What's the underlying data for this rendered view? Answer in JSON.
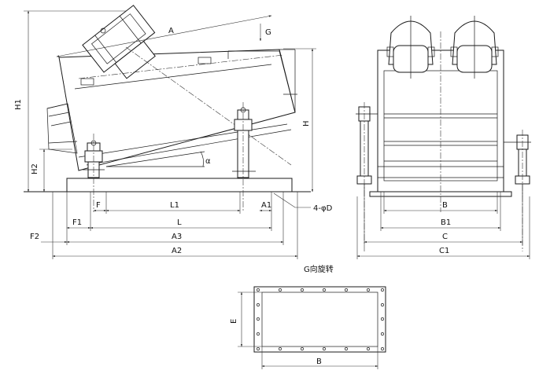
{
  "labels": {
    "A": "A",
    "G": "G",
    "H": "H",
    "H1": "H1",
    "H2": "H2",
    "alpha": "α",
    "F": "F",
    "L1": "L1",
    "A1": "A1",
    "hole": "4-φD",
    "F1": "F1",
    "L": "L",
    "F2": "F2",
    "A3": "A3",
    "A2": "A2",
    "B": "B",
    "B1": "B1",
    "C": "C",
    "C1": "C1",
    "view_title": "G向旋转",
    "E": "E",
    "B_bottom": "B"
  }
}
